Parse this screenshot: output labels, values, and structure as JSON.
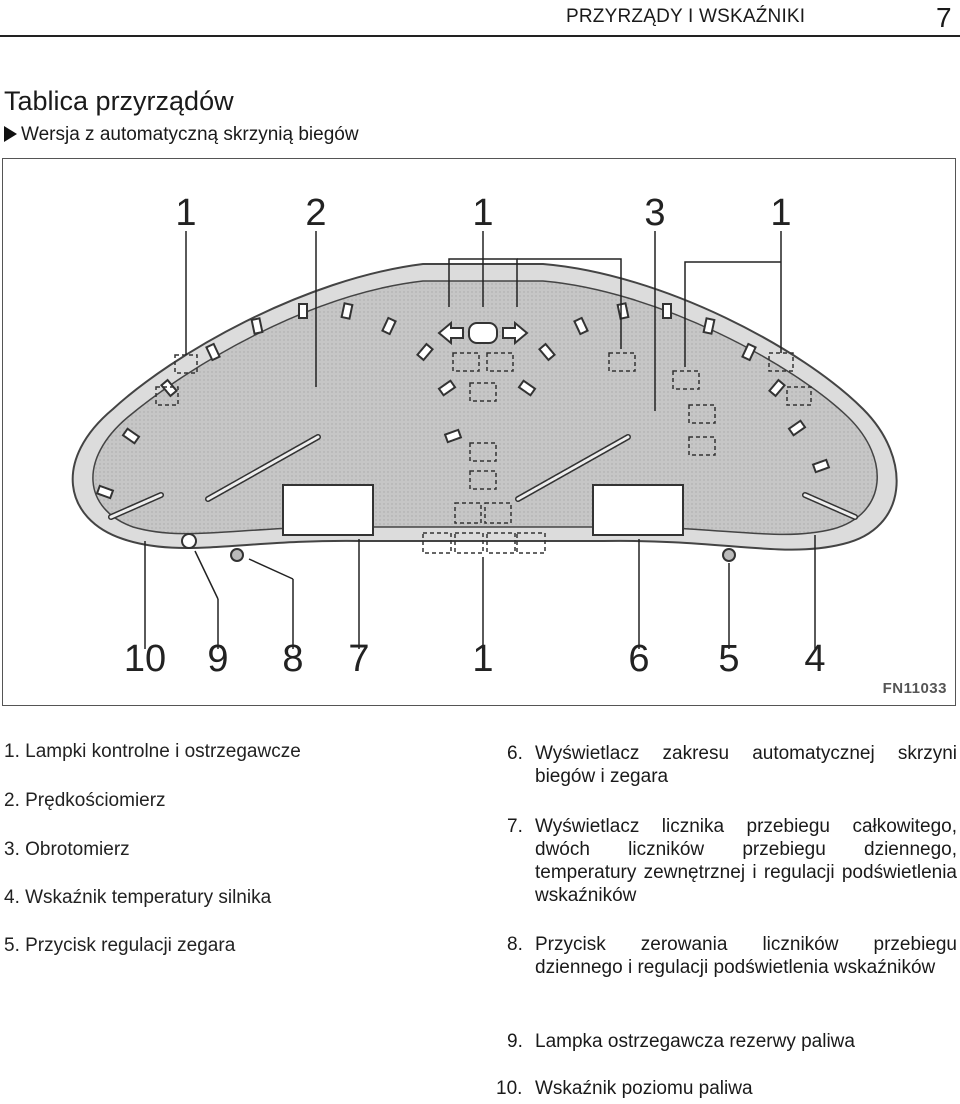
{
  "header": {
    "title": "PRZYRZĄDY I WSKAŹNIKI",
    "page_number": "7"
  },
  "section": {
    "title": "Tablica przyrządów",
    "subtitle": "Wersja z automatyczną skrzynią biegów"
  },
  "figure": {
    "code": "FN11033",
    "callouts_top": [
      "1",
      "2",
      "1",
      "3",
      "1"
    ],
    "callouts_bottom": [
      "10",
      "9",
      "8",
      "7",
      "1",
      "6",
      "5",
      "4"
    ]
  },
  "legend_left": [
    "1. Lampki kontrolne i ostrzegawcze",
    "2. Prędkościomierz",
    "3. Obrotomierz",
    "4. Wskaźnik temperatury silnika",
    "5. Przycisk regulacji zegara"
  ],
  "legend_right": [
    {
      "num": "6.",
      "text": "Wyświetlacz zakresu automatycznej skrzyni biegów i zegara"
    },
    {
      "num": "7.",
      "text": "Wyświetlacz licznika przebiegu całkowitego, dwóch liczników przebiegu dziennego, temperatury zewnętrznej i regulacji podświetlenia wskaźników"
    },
    {
      "num": "8.",
      "text": "Przycisk zerowania liczników przebiegu dziennego i regulacji podświetlenia wskaźników"
    },
    {
      "num": "9.",
      "text": "Lampka ostrzegawcza rezerwy paliwa"
    },
    {
      "num": "10.",
      "text": "Wskaźnik poziomu paliwa"
    }
  ]
}
